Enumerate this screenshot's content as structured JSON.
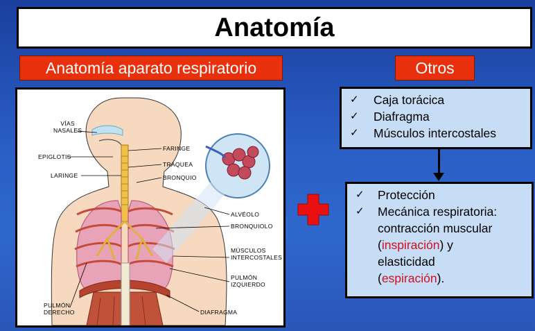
{
  "title": "Anatomía",
  "left_header": "Anatomía aparato respiratorio",
  "right_header": "Otros",
  "diagram_labels": {
    "vias_nasales": "VÍAS\nNASALES",
    "epiglotis": "EPIGLOTIS",
    "laringe": "LARINGE",
    "faringe": "FARINGE",
    "traquea": "TRÁQUEA",
    "bronquio": "BRONQUIO",
    "alveolo": "ALVÉOLO",
    "bronquiolo": "BRONQUIOLO",
    "musculos_intercostales": "MÚSCULOS\nINTERCOSTALES",
    "pulmon_izquierdo": "PULMÓN\nIZQUIERDO",
    "pulmon_derecho": "PULMÓN\nDERECHO",
    "diafragma": "DIAFRAGMA"
  },
  "otros_list": [
    "Caja torácica",
    "Diafragma",
    "Músculos intercostales"
  ],
  "check_symbol": "✓",
  "result": {
    "item1": "Protección",
    "item2_line1": "Mecánica respiratoria:",
    "item2_line2": "contracción muscular",
    "item2_paren_open": "(",
    "inspiracion": "inspiración",
    "item2_after_insp": ") y",
    "item2_line4": "elasticidad",
    "espiracion": "espiración",
    "item2_end": ")."
  },
  "colors": {
    "accent_red": "#e8300c",
    "highlight_red": "#d0101e",
    "box_bg": "#c7dcf5",
    "plus_red": "#e81010"
  },
  "icons": {
    "plus": "plus-icon",
    "arrow": "arrow-down-icon",
    "check": "check-icon"
  }
}
